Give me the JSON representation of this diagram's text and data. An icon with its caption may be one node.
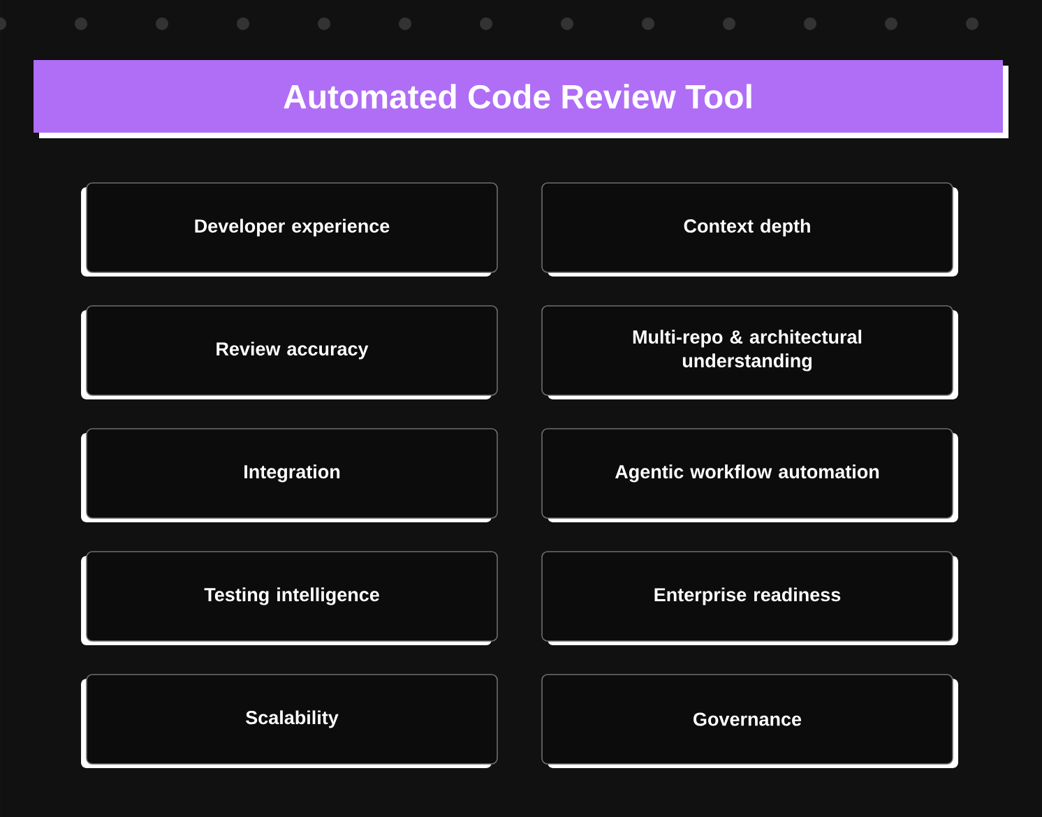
{
  "diagram": {
    "title": "Automated Code Review Tool",
    "nodes": [
      {
        "text": [
          "Developer experience"
        ]
      },
      {
        "text": [
          "Context depth"
        ]
      },
      {
        "text": [
          "Review accuracy"
        ]
      },
      {
        "text": [
          "Multi-repo & architectural understanding"
        ]
      },
      {
        "text": [
          "Integration"
        ]
      },
      {
        "text": [
          "Agentic workflow automation"
        ]
      },
      {
        "text": [
          "Testing intelligence"
        ]
      },
      {
        "text": [
          "Enterprise readiness"
        ]
      },
      {
        "text": [
          "Scalability"
        ]
      },
      {
        "text": [
          "Governance"
        ]
      }
    ]
  }
}
